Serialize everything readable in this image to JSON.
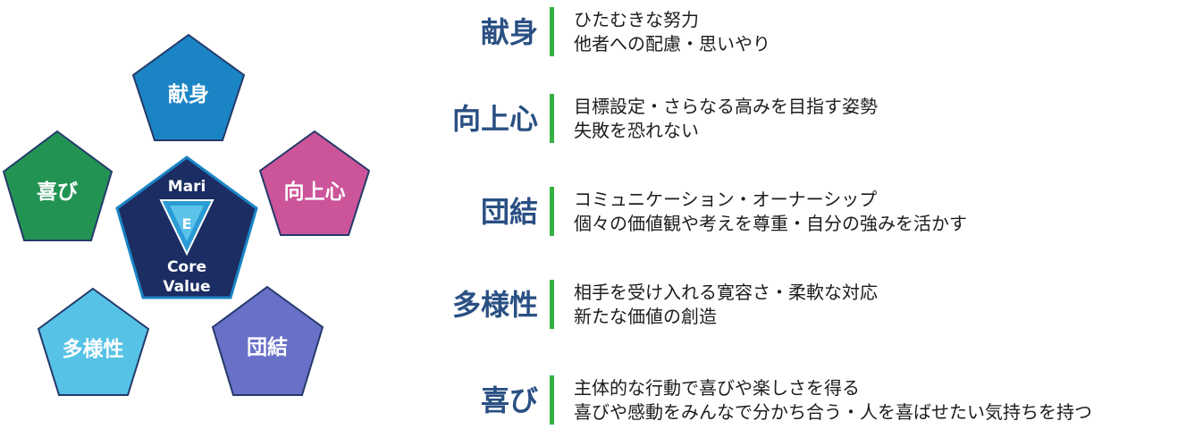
{
  "diagram": {
    "core": {
      "line1": "Mari",
      "emblem": "E",
      "line2": "Core",
      "line3": "Value"
    },
    "pentagons": [
      {
        "key": "kenshin",
        "label": "献身",
        "color": "#1a84c4"
      },
      {
        "key": "kojoshin",
        "label": "向上心",
        "color": "#cc5499"
      },
      {
        "key": "danketsu",
        "label": "団結",
        "color": "#6870c8"
      },
      {
        "key": "tayosei",
        "label": "多様性",
        "color": "#56c2e6"
      },
      {
        "key": "yorokobi",
        "label": "喜び",
        "color": "#239354"
      }
    ],
    "core_color": "#1b2d62",
    "core_border": "#1a84c4"
  },
  "values": [
    {
      "title": "献身",
      "lines": [
        "ひたむきな努力",
        "他者への配慮・思いやり"
      ]
    },
    {
      "title": "向上心",
      "lines": [
        "目標設定・さらなる高みを目指す姿勢",
        "失敗を恐れない"
      ]
    },
    {
      "title": "団結",
      "lines": [
        "コミュニケーション・オーナーシップ",
        "個々の価値観や考えを尊重・自分の強みを活かす"
      ]
    },
    {
      "title": "多様性",
      "lines": [
        "相手を受け入れる寛容さ・柔軟な対応",
        "新たな価値の創造"
      ]
    },
    {
      "title": "喜び",
      "lines": [
        "主体的な行動で喜びや楽しさを得る",
        "喜びや感動をみんなで分かち合う・人を喜ばせたい気持ちを持つ"
      ]
    }
  ],
  "colors": {
    "title": "#2a5083",
    "bar": "#35b043",
    "text": "#1c1c1c"
  }
}
